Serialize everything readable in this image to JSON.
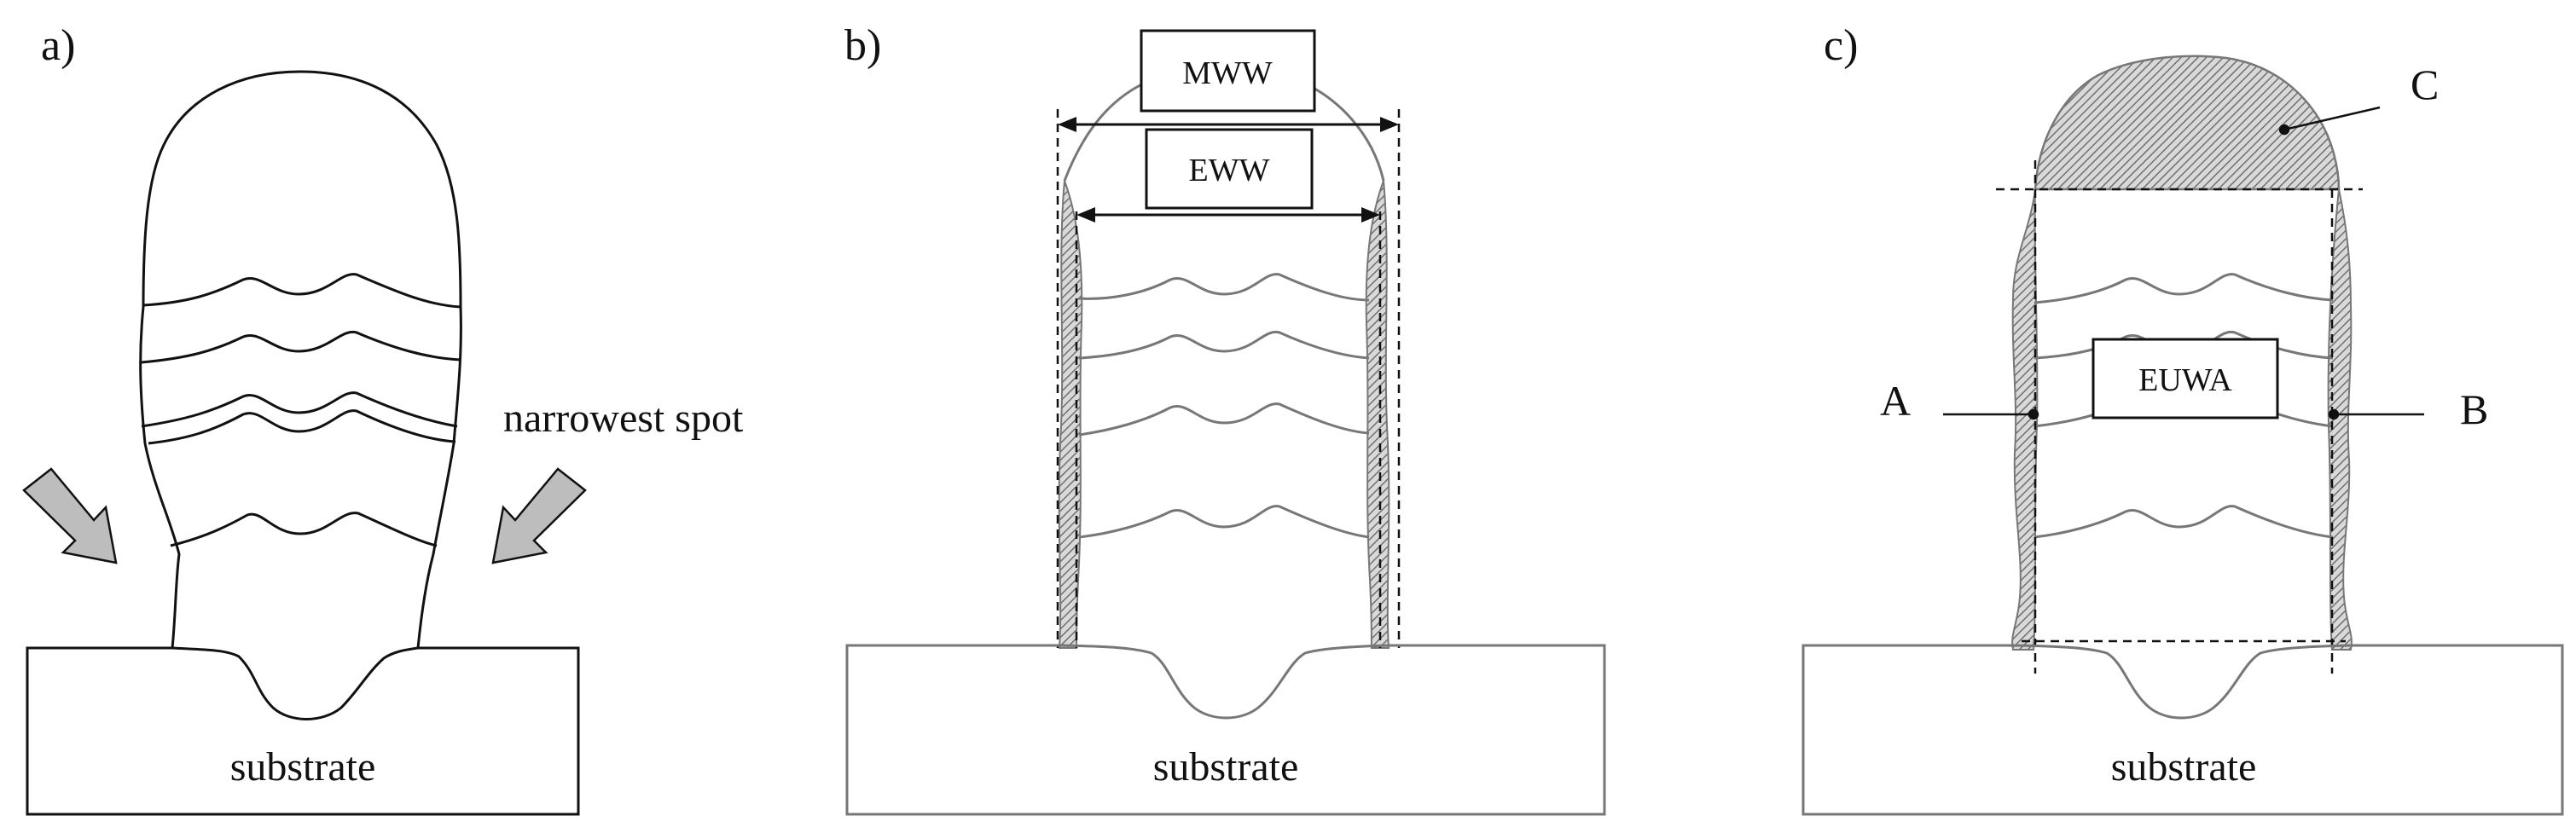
{
  "panels": {
    "a": {
      "letter": "a)",
      "substrate_label": "substrate",
      "annotation": "narrowest spot"
    },
    "b": {
      "letter": "b)",
      "substrate_label": "substrate",
      "box_mww": "MWW",
      "box_eww": "EWW"
    },
    "c": {
      "letter": "c)",
      "substrate_label": "substrate",
      "box_euwa": "EUWA",
      "label_a": "A",
      "label_b": "B",
      "label_c": "C"
    }
  },
  "colors": {
    "outline_dark": "#111111",
    "outline_grey": "#777777",
    "hatch": "#888888",
    "arrow_fill": "#bdbdbd"
  }
}
